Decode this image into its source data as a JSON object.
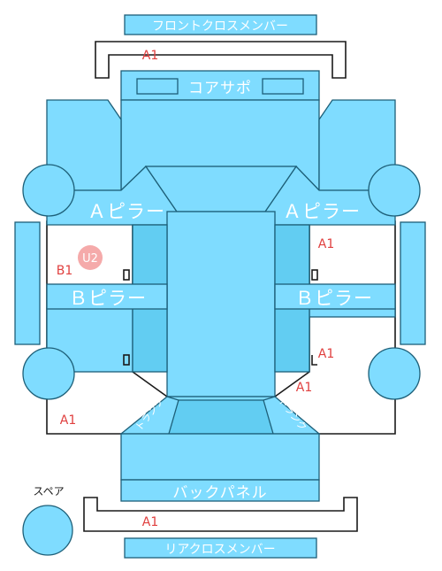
{
  "parts": {
    "front_cross_member": "フロントクロスメンバー",
    "core_support": "コアサポ",
    "a_pillar_left": "Ａピラー",
    "a_pillar_right": "Ａピラー",
    "b_pillar_left": "Ｂピラー",
    "b_pillar_right": "Ｂピラー",
    "trunk_left": "トランク",
    "trunk_right": "トランク",
    "back_panel": "バックパネル",
    "rear_cross_member": "リアクロスメンバー",
    "spare": "スペア"
  },
  "codes": {
    "front_cross_member": "A1",
    "right_front_door": "A1",
    "left_front_door": "B1",
    "left_front_door_mark": "U2",
    "right_rear_door": "A1",
    "right_rear_quarter": "A1",
    "left_rear_quarter": "A1",
    "rear_cross_member": "A1"
  },
  "colors": {
    "panel": "#7fdcff",
    "panel_dark": "#62cdf2",
    "outline": "#1d5f78",
    "damage_code": "#e0403f",
    "mark_circle": "#f5aaaa"
  }
}
